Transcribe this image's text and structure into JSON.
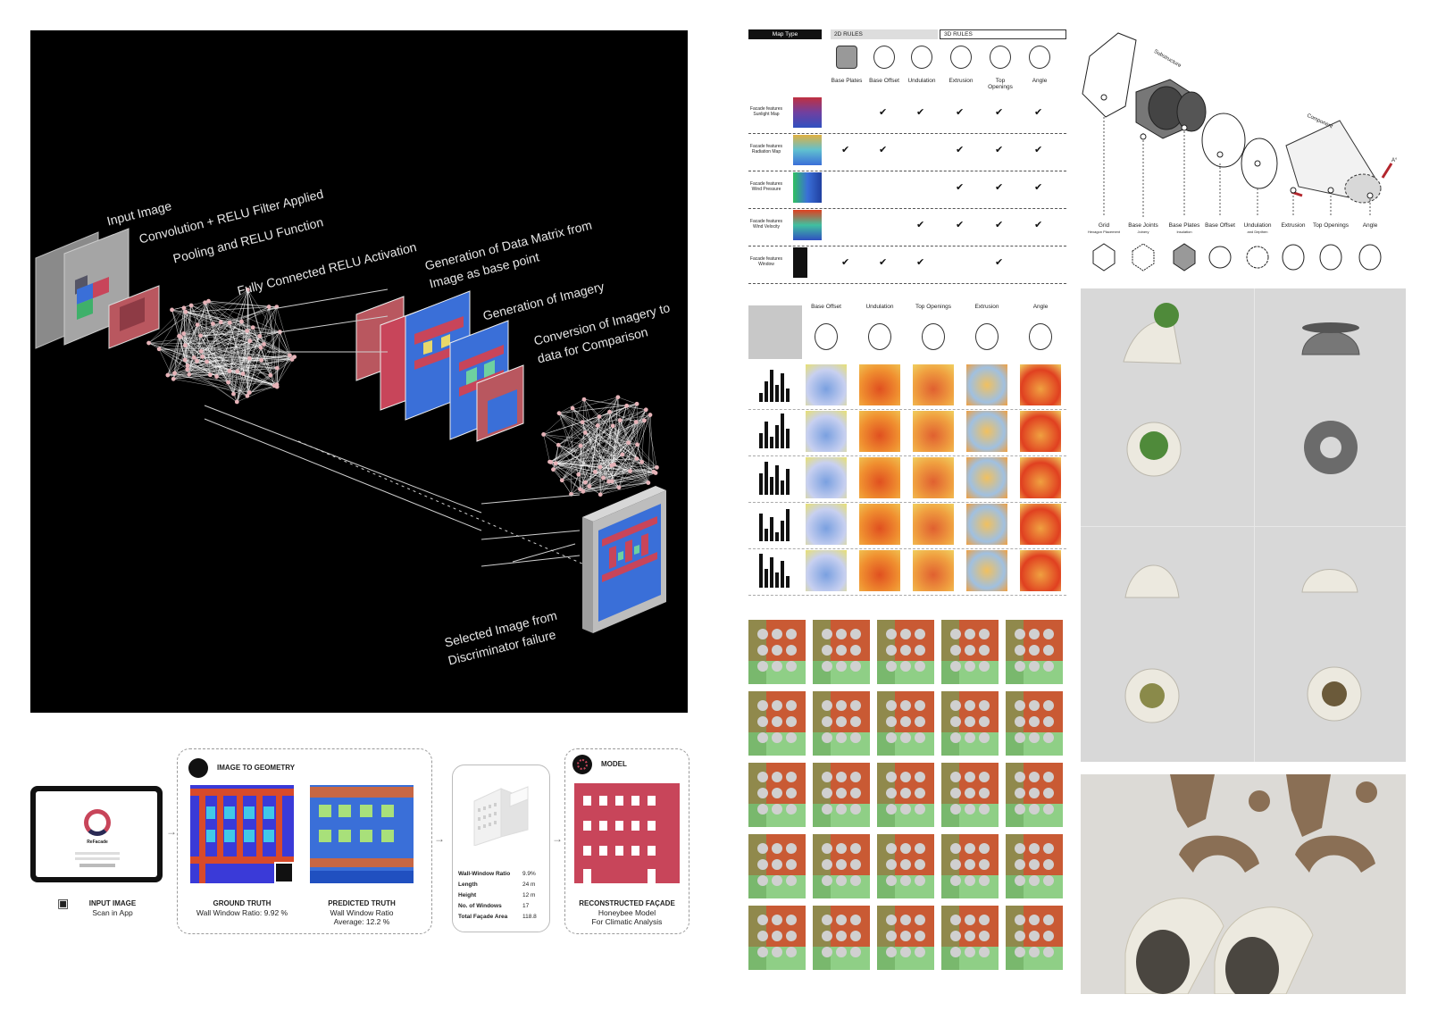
{
  "cnn": {
    "labels": {
      "input_image": "Input Image",
      "convolution": "Convolution + RELU Filter Applied",
      "pooling": "Pooling and RELU Function",
      "fully_connected": "Fully Connected RELU Activation",
      "generation_matrix_1": "Generation of Data Matrix from",
      "generation_matrix_2": "Image as base point",
      "generation_imagery": "Generation of Imagery",
      "conversion_1": "Conversion of Imagery to",
      "conversion_2": "data for Comparison",
      "selected_1": "Selected Image from",
      "selected_2": "Discriminator failure"
    }
  },
  "workflow": {
    "input_image": "INPUT IMAGE",
    "scan_in_app": "Scan in App",
    "image_to_geometry": "IMAGE TO GEOMETRY",
    "ground_truth": "GROUND TRUTH",
    "ground_truth_ratio": "Wall Window Ratio: 9.92 %",
    "predicted_truth": "PREDICTED TRUTH",
    "predicted_ratio": "Wall Window Ratio",
    "predicted_avg": "Average: 12.2 %",
    "stats": [
      {
        "label": "Wall-Window Ratio",
        "value": "9.9%"
      },
      {
        "label": "Length",
        "value": "24 m"
      },
      {
        "label": "Height",
        "value": "12 m"
      },
      {
        "label": "No. of Windows",
        "value": "17"
      },
      {
        "label": "Total Façade Area",
        "value": "118.8"
      }
    ],
    "model": "MODEL",
    "reconstructed": "RECONSTRUCTED FAÇADE",
    "honeybee": "Honeybee Model",
    "climatic": "For Climatic Analysis",
    "app_name": "ReFacade"
  },
  "rules_table": {
    "map_type": "Map Type",
    "rules_2d": "2D RULES",
    "rules_3d": "3D RULES",
    "columns": [
      "Base Plates",
      "Base Offset",
      "Undulation",
      "Extrusion",
      "Top Openings",
      "Angle"
    ],
    "rows": [
      {
        "label": "Facade features Sunlight Map",
        "ticks": [
          false,
          true,
          true,
          true,
          true,
          true
        ]
      },
      {
        "label": "Facade features Radiation Map",
        "ticks": [
          true,
          true,
          false,
          true,
          true,
          true
        ]
      },
      {
        "label": "Facade features Wind Pressure",
        "ticks": [
          false,
          false,
          false,
          true,
          true,
          true
        ]
      },
      {
        "label": "Facade features Wind Velocity",
        "ticks": [
          false,
          false,
          true,
          true,
          true,
          true
        ]
      },
      {
        "label": "Facade features Window",
        "ticks": [
          true,
          true,
          true,
          false,
          true,
          false
        ]
      }
    ],
    "tick_char": "✔"
  },
  "exploded": {
    "substructure": "Substructure",
    "component": "Component",
    "angle_mark": "A°",
    "labels": [
      {
        "main": "Grid",
        "sub": "Hexagon Placement"
      },
      {
        "main": "Base Joints",
        "sub": "Joinery"
      },
      {
        "main": "Base Plates",
        "sub": "Insulation"
      },
      {
        "main": "Base Offset",
        "sub": ""
      },
      {
        "main": "Undulation",
        "sub": "and Depthen"
      },
      {
        "main": "Extrusion",
        "sub": ""
      },
      {
        "main": "Top Openings",
        "sub": ""
      },
      {
        "main": "Angle",
        "sub": ""
      }
    ]
  },
  "maps_grid": {
    "columns": [
      "Base Offset",
      "Undulation",
      "Top Openings",
      "Extrusion",
      "Angle"
    ]
  },
  "colors": {
    "black": "#000000",
    "facade_red": "#c8455a",
    "facade_blue": "#3a6fd8",
    "facade_green_tile": "#8fcf86",
    "facade_orange_tile": "#c95a34",
    "photo_bg": "#dcdcdc",
    "print_white": "#ece9df",
    "print_brown": "#8a6f55"
  }
}
